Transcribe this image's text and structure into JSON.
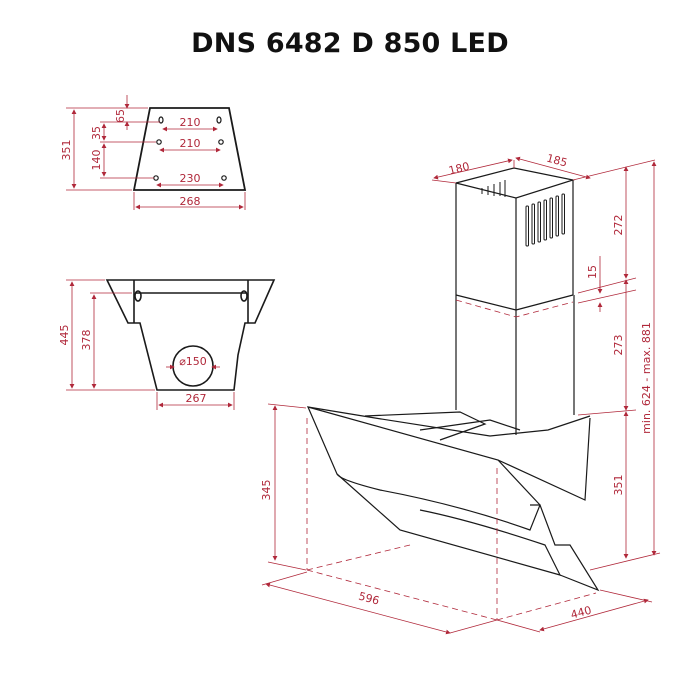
{
  "title": "DNS 6482 D 850 LED",
  "colors": {
    "dimension": "#b0283a",
    "outline": "#1a1a1a",
    "background": "#ffffff"
  },
  "top_view": {
    "dims": {
      "height_total": "351",
      "offset_top": "65",
      "spacing_1": "35",
      "spacing_2": "140",
      "hole_row_1": "210",
      "hole_row_2": "210",
      "hole_row_3": "230",
      "bottom_width": "268"
    }
  },
  "bracket_view": {
    "dims": {
      "height_outer": "445",
      "height_inner": "378",
      "duct_diameter": "⌀150",
      "bottom_width": "267"
    }
  },
  "main_view": {
    "dims": {
      "chimney_depth": "180",
      "chimney_width": "185",
      "chimney_upper": "272",
      "overlap": "15",
      "chimney_lower": "273",
      "body_height_right": "351",
      "total_height": "min. 624 - max. 881",
      "body_height_left": "345",
      "width": "596",
      "depth": "440"
    }
  }
}
